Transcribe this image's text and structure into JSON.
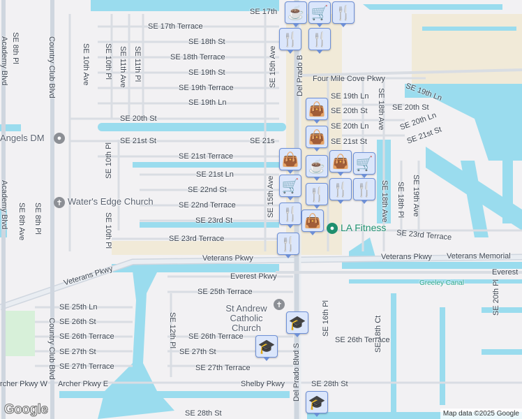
{
  "map": {
    "colors": {
      "land": "#f2f1f3",
      "water": "#9adcee",
      "road": "#ffffff",
      "road_edge": "#d6dbe2",
      "commercial": "#f1ead8",
      "park": "#d7f0d9",
      "marker_bg": "#dbe6fb",
      "marker_icon": "#0f3d63",
      "fitness": "#1e8f6e"
    },
    "streets": [
      "SE 17th Terrace",
      "SE 18th St",
      "SE 18th Terrace",
      "SE 19th St",
      "SE 19th Terrace",
      "SE 19th Ln",
      "SE 20th St",
      "SE 21st St",
      "SE 21st Terrace",
      "SE 21st Ln",
      "SE 22nd St",
      "SE 22nd Terrace",
      "SE 23rd St",
      "SE 23rd Terrace",
      "Veterans Pkwy",
      "Veterans Pkwy",
      "Veterans Memorial",
      "Everest Pkwy",
      "Everest",
      "SE 25th Terrace",
      "SE 25th Ln",
      "SE 26th St",
      "SE 26th Terrace",
      "SE 27th St",
      "SE 27th Terrace",
      "SE 26th Terrace",
      "SE 27th St",
      "SE 27th Terrace",
      "rcher Pkwy W",
      "Archer Pkwy E",
      "Shelby Pkwy",
      "SE 28th St",
      "Four Mile Cove Pkwy",
      "SE 19th Ln",
      "SE 20th St",
      "SE 20th Ln",
      "SE 21st St",
      "SE 19th Ln",
      "SE 20th St",
      "SE 20th Ln",
      "SE 21st St",
      "SE 23rd Terrace",
      "SE 17th",
      "SE 26th Terrace",
      "SE 21s",
      "Veterans Pkwy",
      "SE 28th St"
    ],
    "vertical_streets": [
      "SE 8th Pl",
      "Academy Blvd",
      "Academy Blvd",
      "Country Club Blvd",
      "Country Club Blvd",
      "SE 10th Ave",
      "SE 10th Pl",
      "SE 11th Ave",
      "SE 11th Pl",
      "SE 15th Ave",
      "SE 10th Pl",
      "SE 10th Pl",
      "SE 8th Ave",
      "SE 8th Pl",
      "SE 15th Ave",
      "SE 12th Pl",
      "Del Prado Blvd S",
      "SE 16th Pl",
      "SE 18th Ct",
      "SE 20th Pl",
      "SE 18th Ave",
      "SE 18th Pl",
      "SE 19th Ave",
      "SE 18th Ave",
      "Del Prado B"
    ],
    "waterways": [
      "Greeley Canal"
    ],
    "places": [
      {
        "name": "Angels DM",
        "icon": "place-pin-icon"
      },
      {
        "name": "Water's Edge Church",
        "icon": "church-cross-icon"
      },
      {
        "name": "St Andrew Catholic Church",
        "icon": "church-icon"
      },
      {
        "name": "LA Fitness",
        "icon": "fitness-pin-icon"
      }
    ],
    "markers": [
      "coffee",
      "shopping-cart",
      "restaurant",
      "restaurant",
      "restaurant",
      "shopping-bag",
      "shopping-bag",
      "shopping-bag",
      "coffee",
      "shopping-bag",
      "shopping-cart",
      "restaurant",
      "restaurant",
      "restaurant",
      "shopping-bag",
      "shopping-cart",
      "restaurant",
      "restaurant",
      "school",
      "school",
      "school"
    ],
    "google_logo": "Google",
    "attribution": "Map data ©2025 Google"
  }
}
